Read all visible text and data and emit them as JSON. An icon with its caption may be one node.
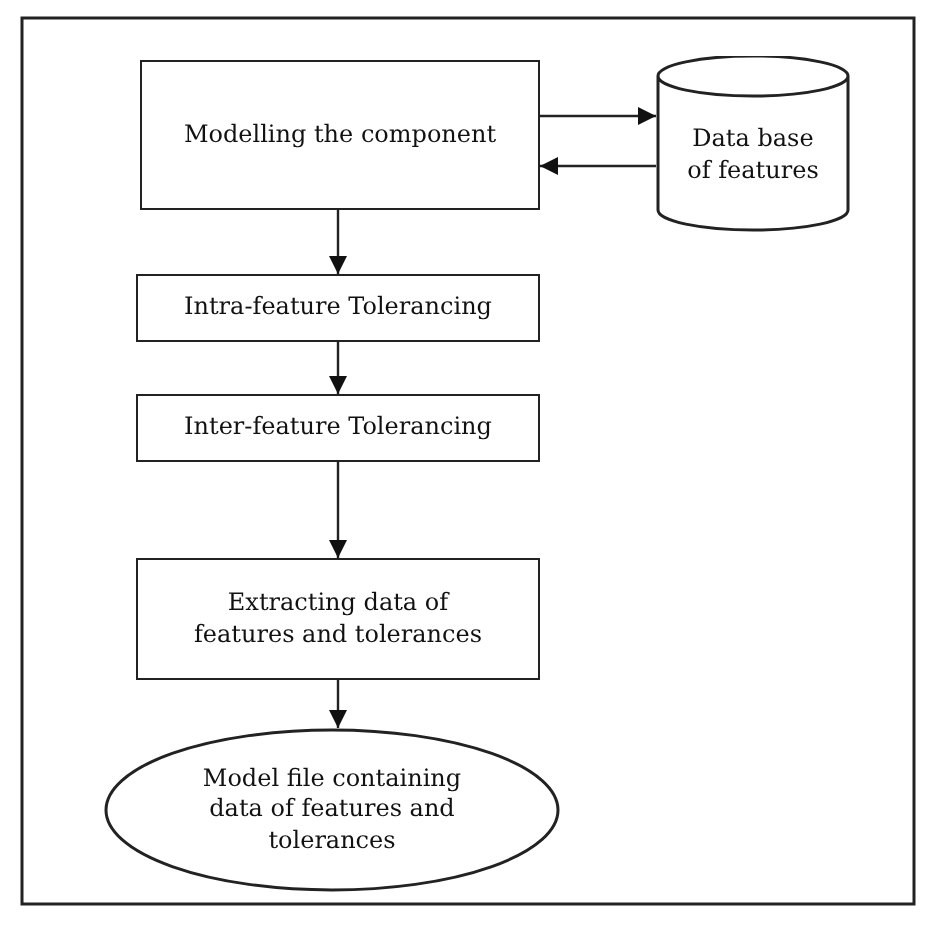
{
  "diagram": {
    "nodes": [
      {
        "text": [
          "Modelling the component"
        ]
      },
      {
        "text": [
          "Data base of features"
        ]
      },
      {
        "text": [
          "Intra-feature Tolerancing"
        ]
      },
      {
        "text": [
          "Inter-feature Tolerancing"
        ]
      },
      {
        "text": [
          "Extracting data of features and tolerances"
        ]
      },
      {
        "text": [
          "Model file containing data of features and tolerances"
        ]
      }
    ],
    "edges": [
      {
        "from": 0,
        "to": 1,
        "arrow": "to"
      },
      {
        "from": 1,
        "to": 0,
        "arrow": "to"
      },
      {
        "from": 0,
        "to": 2,
        "arrow": "to"
      },
      {
        "from": 2,
        "to": 3,
        "arrow": "to"
      },
      {
        "from": 3,
        "to": 4,
        "arrow": "to"
      },
      {
        "from": 4,
        "to": 5,
        "arrow": "to"
      }
    ]
  }
}
